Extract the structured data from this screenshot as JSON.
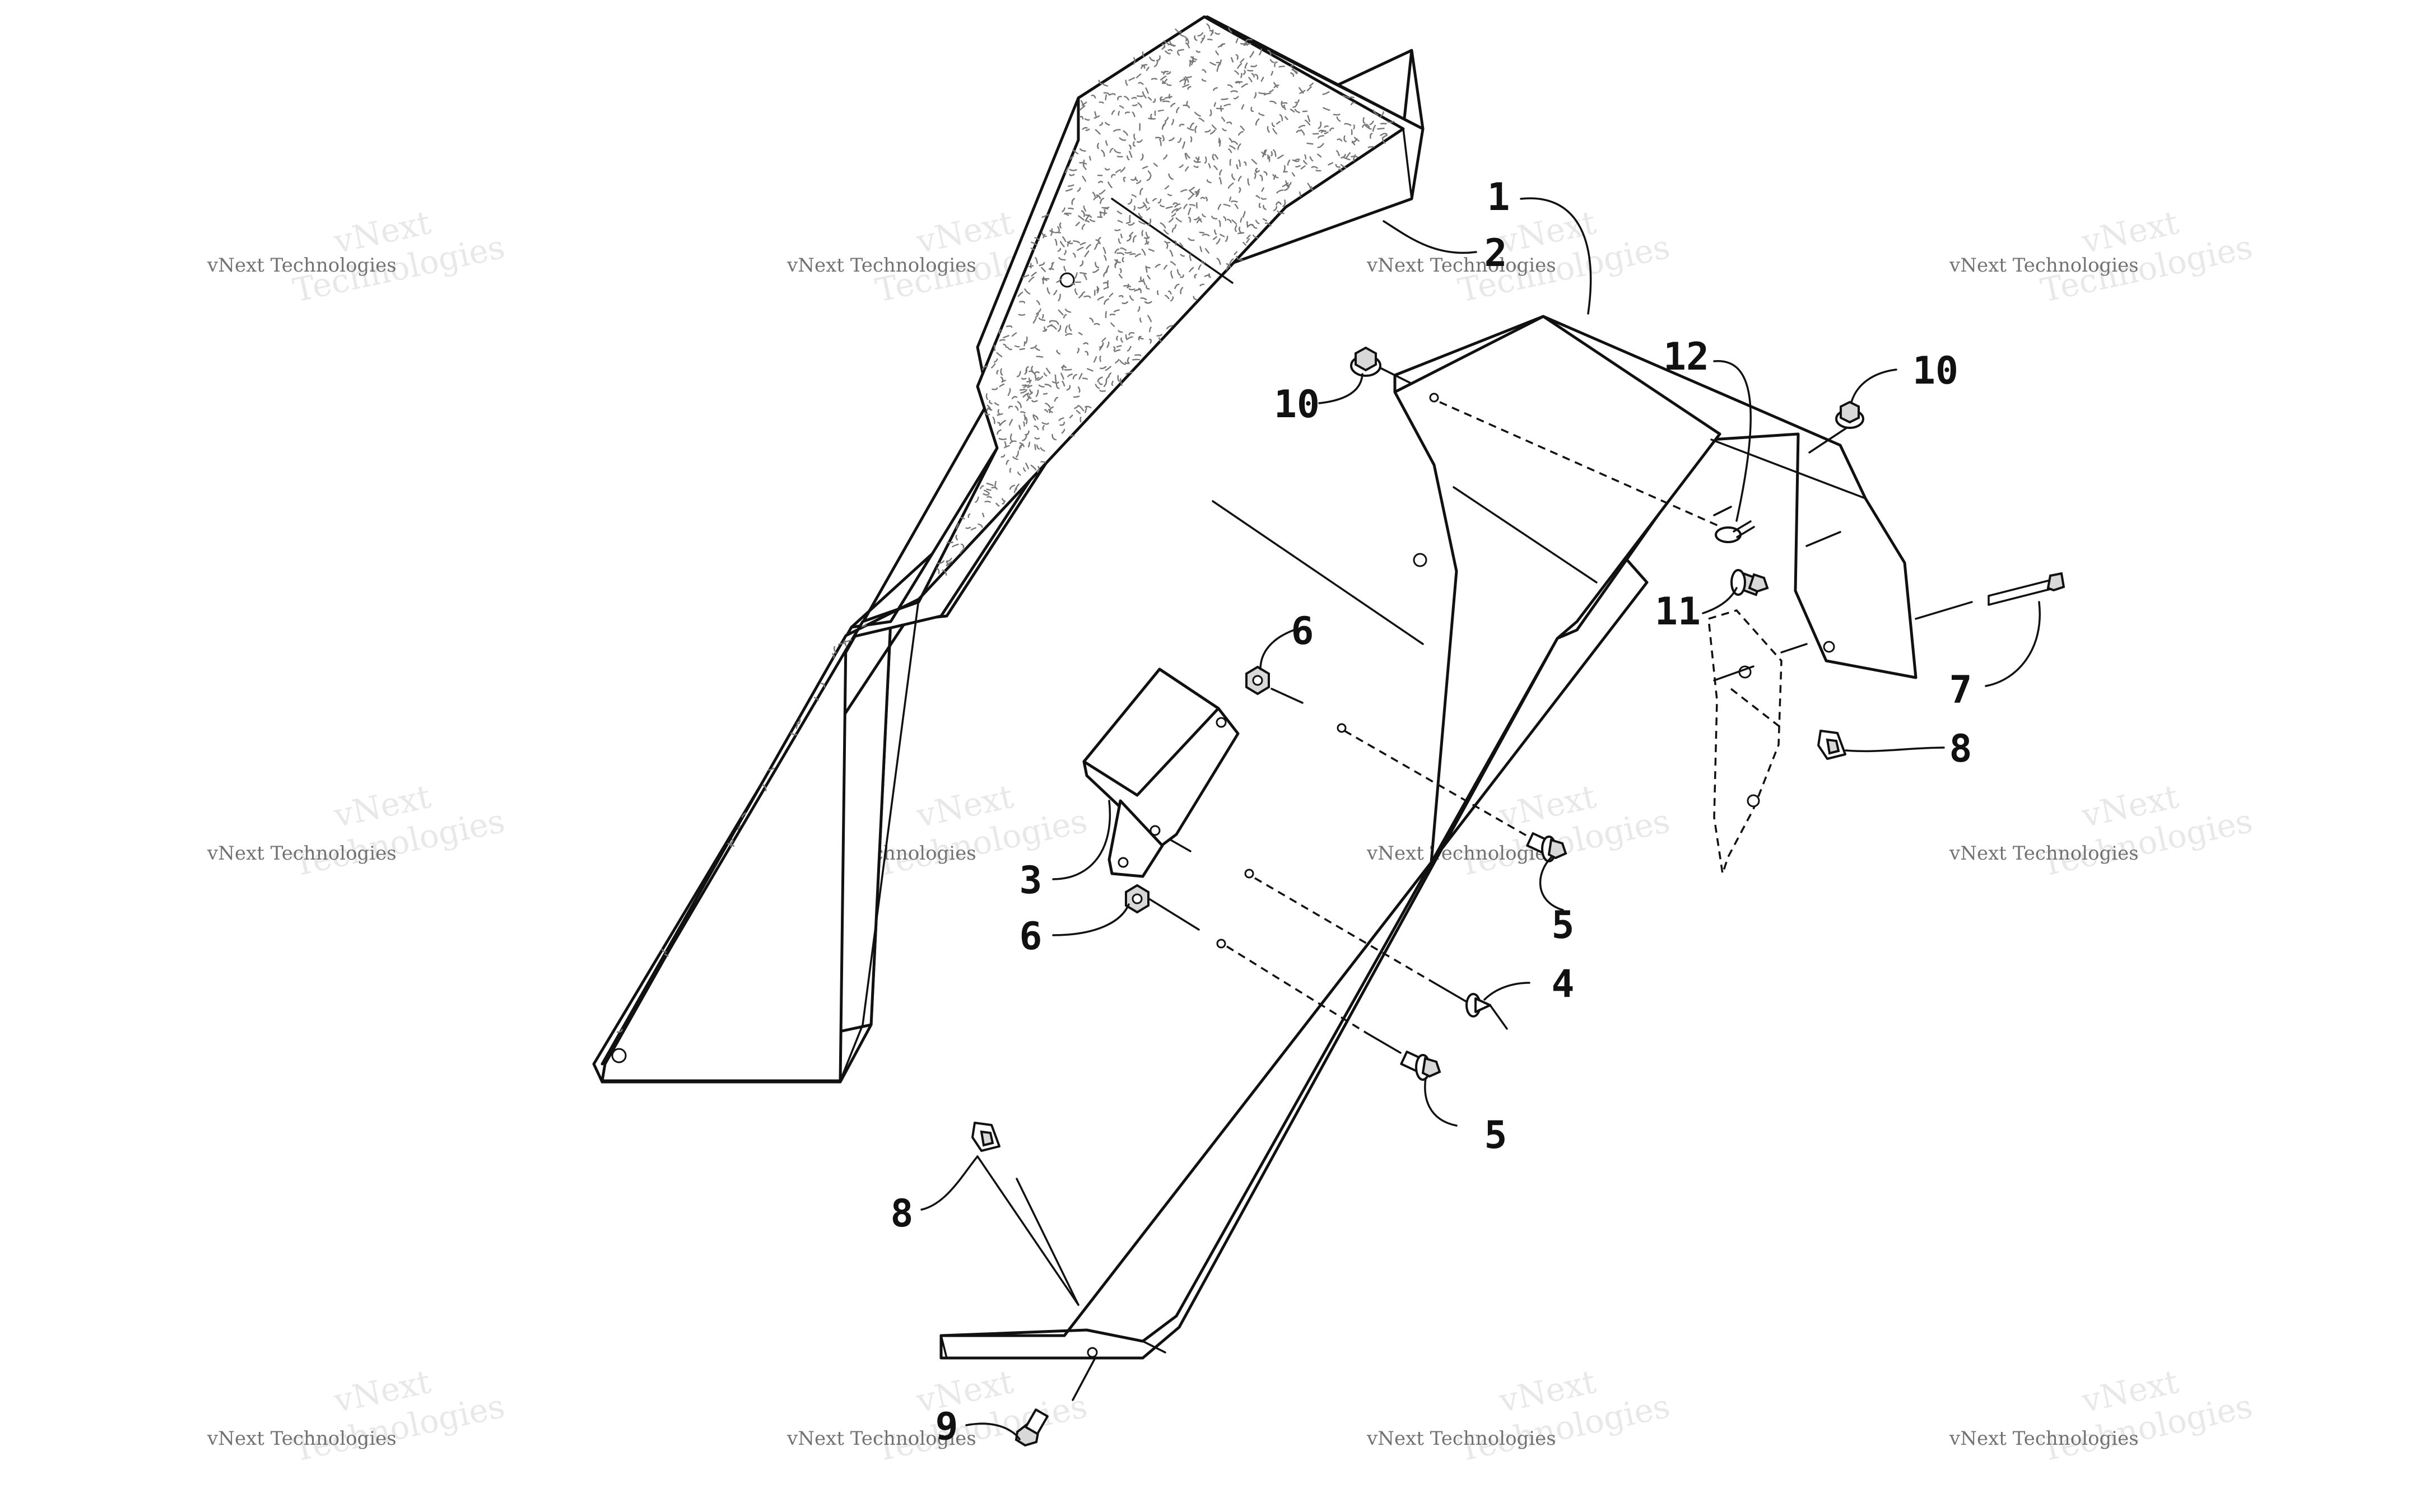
{
  "diagram": {
    "watermark": {
      "line1": "vNext Technologies",
      "line2": "vNext",
      "line3": "Technologies"
    },
    "callouts": {
      "c1": "1",
      "c2": "2",
      "c3": "3",
      "c4": "4",
      "c5a": "5",
      "c5b": "5",
      "c6a": "6",
      "c6b": "6",
      "c7": "7",
      "c8a": "8",
      "c8b": "8",
      "c9": "9",
      "c10a": "10",
      "c10b": "10",
      "c11": "11",
      "c12": "12"
    }
  }
}
